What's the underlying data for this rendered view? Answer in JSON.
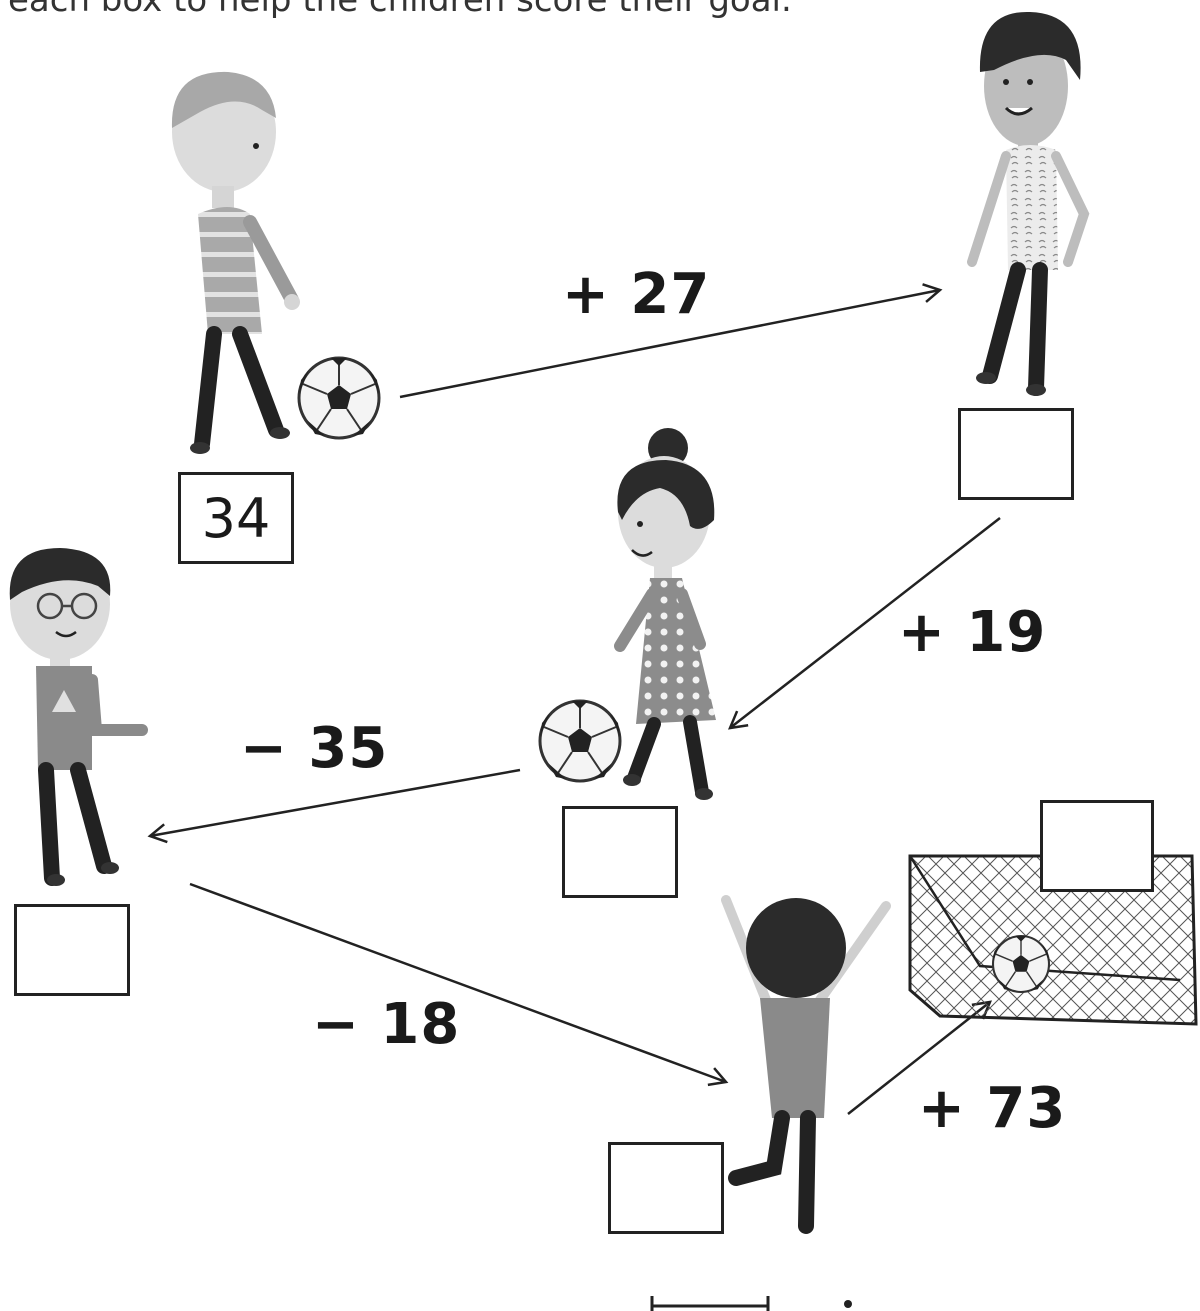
{
  "instruction": "each box to help the children score their goal.",
  "start_value": "34",
  "operations": [
    "+ 27",
    "+ 19",
    "− 35",
    "− 18",
    "+ 73"
  ],
  "answer_boxes": [
    "",
    "",
    "",
    "",
    ""
  ],
  "colors": {
    "ink": "#222222",
    "shirt_gray": "#8a8a8a",
    "hair_dark": "#2b2b2b",
    "skin": "#cfcfcf"
  }
}
